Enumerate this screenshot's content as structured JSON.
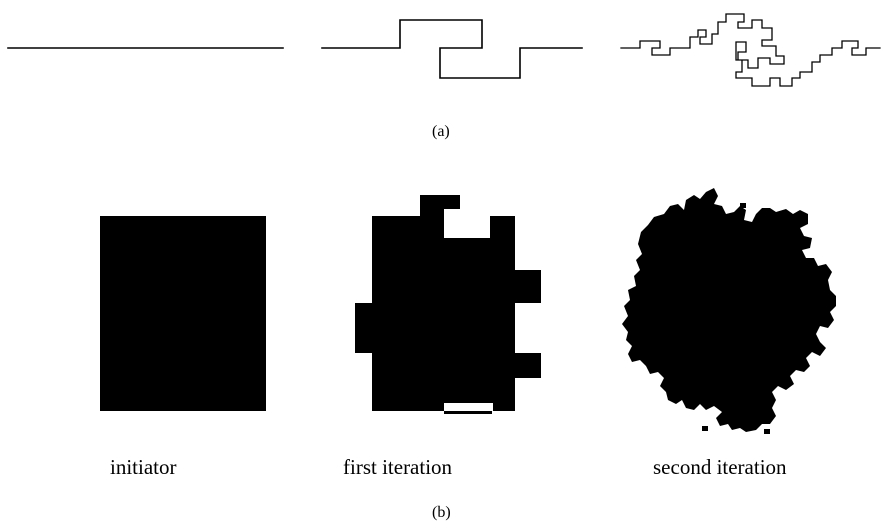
{
  "colors": {
    "ink": "#000000",
    "background": "#ffffff"
  },
  "panel_a": {
    "caption": "(a)",
    "curves": [
      {
        "name": "initiator-line"
      },
      {
        "name": "first-generator"
      },
      {
        "name": "second-generator"
      }
    ]
  },
  "panel_b": {
    "caption": "(b)",
    "shapes": [
      {
        "name": "initiator-square",
        "label": "initiator"
      },
      {
        "name": "first-iteration-shape",
        "label": "first iteration"
      },
      {
        "name": "second-iteration-shape",
        "label": "second iteration"
      }
    ]
  }
}
